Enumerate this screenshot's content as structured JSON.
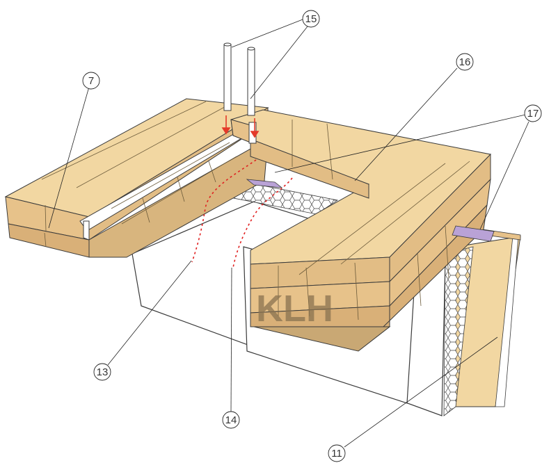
{
  "diagram": {
    "logo": "KLH",
    "callouts": [
      {
        "id": "c7",
        "label": "7"
      },
      {
        "id": "c15",
        "label": "15"
      },
      {
        "id": "c16",
        "label": "16"
      },
      {
        "id": "c17",
        "label": "17"
      },
      {
        "id": "c13",
        "label": "13"
      },
      {
        "id": "c14",
        "label": "14"
      },
      {
        "id": "c11",
        "label": "11"
      }
    ],
    "colors": {
      "timber_top": "#f2d7a2",
      "timber_side": "#e7c28a",
      "timber_dark": "#d9b078",
      "timber_shadow": "#c9a874",
      "membrane": "#b9a2d6",
      "dashed_line": "#e02020",
      "arrow": "#e43a2a",
      "outline": "#3a3a3a"
    }
  }
}
